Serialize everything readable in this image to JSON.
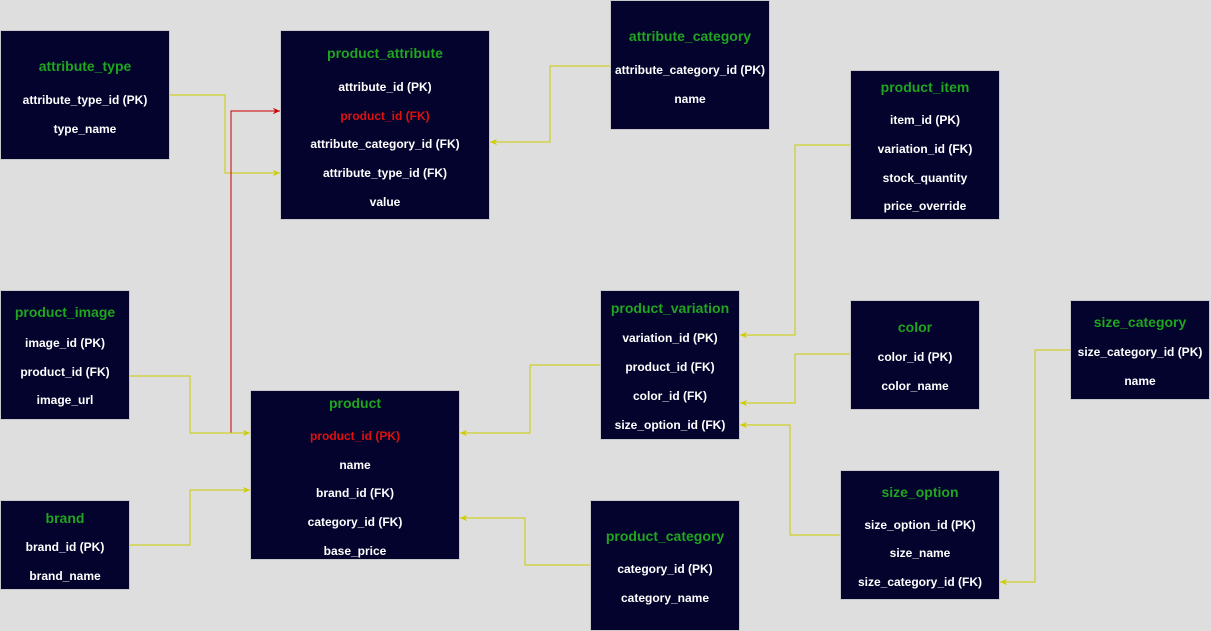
{
  "colors": {
    "background": "#dedede",
    "entity_fill": "#03032d",
    "entity_title": "#1fa51f",
    "field_text": "#ffffff",
    "highlight_key": "#e01010",
    "connector": "#cccc00",
    "primary_link": "#cc0000"
  },
  "entities": {
    "attribute_type": {
      "title": "attribute_type",
      "fields": [
        "attribute_type_id (PK)",
        "type_name"
      ]
    },
    "product_attribute": {
      "title": "product_attribute",
      "fields": [
        "attribute_id (PK)",
        "product_id (FK)",
        "attribute_category_id (FK)",
        "attribute_type_id (FK)",
        "value"
      ]
    },
    "attribute_category": {
      "title": "attribute_category",
      "fields": [
        "attribute_category_id (PK)",
        "name"
      ]
    },
    "product_item": {
      "title": "product_item",
      "fields": [
        "item_id (PK)",
        "variation_id (FK)",
        "stock_quantity",
        "price_override"
      ]
    },
    "product_image": {
      "title": "product_image",
      "fields": [
        "image_id (PK)",
        "product_id (FK)",
        "image_url"
      ]
    },
    "product_variation": {
      "title": "product_variation",
      "fields": [
        "variation_id (PK)",
        "product_id (FK)",
        "color_id (FK)",
        "size_option_id (FK)"
      ]
    },
    "color": {
      "title": "color",
      "fields": [
        "color_id (PK)",
        "color_name"
      ]
    },
    "size_category": {
      "title": "size_category",
      "fields": [
        "size_category_id (PK)",
        "name"
      ]
    },
    "product": {
      "title": "product",
      "fields": [
        "product_id (PK)",
        "name",
        "brand_id (FK)",
        "category_id (FK)",
        "base_price"
      ]
    },
    "brand": {
      "title": "brand",
      "fields": [
        "brand_id (PK)",
        "brand_name"
      ]
    },
    "size_option": {
      "title": "size_option",
      "fields": [
        "size_option_id (PK)",
        "size_name",
        "size_category_id (FK)"
      ]
    },
    "product_category": {
      "title": "product_category",
      "fields": [
        "category_id (PK)",
        "category_name"
      ]
    }
  }
}
